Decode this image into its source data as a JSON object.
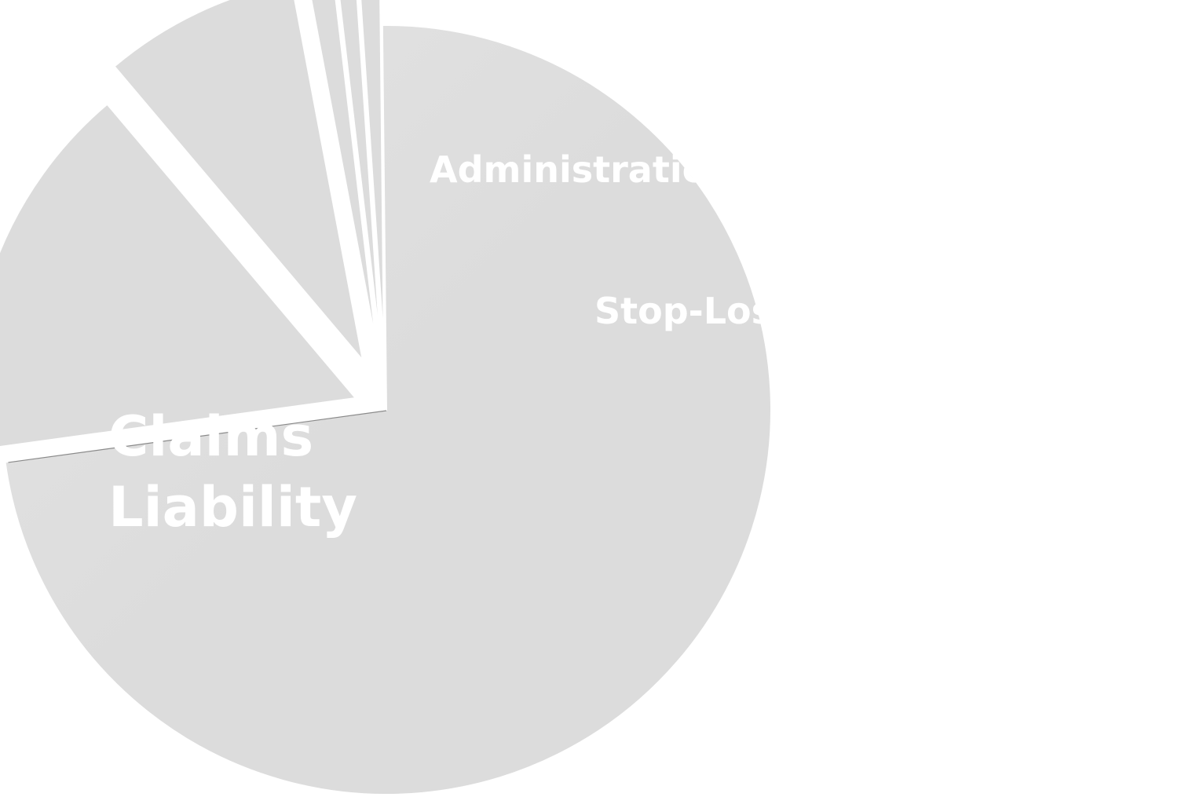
{
  "chart_data": {
    "type": "pie",
    "categories": [
      "Claims Liability",
      "Administration",
      "Stop-Loss",
      "",
      "",
      ""
    ],
    "values": [
      73,
      16,
      8.2,
      1.1,
      0.8,
      0.9
    ],
    "labels": [
      [
        "Claims",
        "Liability"
      ],
      [
        "Administration"
      ],
      [
        "Stop-Loss"
      ],
      [],
      [],
      []
    ],
    "slice_color": "#dcdcdc",
    "separator_color": "#ffffff",
    "legend": "none",
    "grid": false
  }
}
